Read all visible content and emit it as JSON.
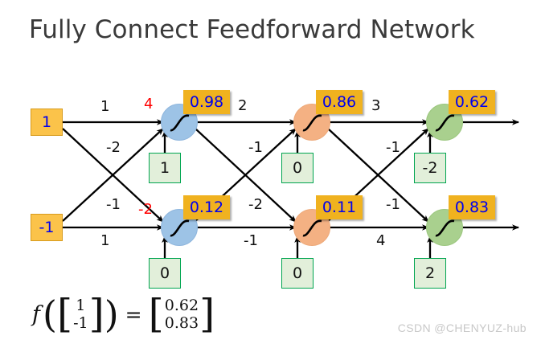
{
  "slide": {
    "title": "Fully Connect Feedforward Network",
    "watermark": "CSDN @CHENYUZ-hub"
  },
  "inputs": [
    {
      "name": "x1",
      "value": "1"
    },
    {
      "name": "x2",
      "value": "-1"
    }
  ],
  "layers": [
    {
      "name": "hidden-layer-1",
      "color": "#9dc3e6",
      "neurons": [
        {
          "id": "h11",
          "output": "0.98",
          "pre_activation": "4",
          "bias": "1"
        },
        {
          "id": "h12",
          "output": "0.12",
          "pre_activation": "-2",
          "bias": "0"
        }
      ]
    },
    {
      "name": "hidden-layer-2",
      "color": "#f4b183",
      "neurons": [
        {
          "id": "h21",
          "output": "0.86",
          "pre_activation": "",
          "bias": "0"
        },
        {
          "id": "h22",
          "output": "0.11",
          "pre_activation": "",
          "bias": "0"
        }
      ]
    },
    {
      "name": "output-layer",
      "color": "#a9d08e",
      "neurons": [
        {
          "id": "y1",
          "output": "0.62",
          "pre_activation": "",
          "bias": "-2"
        },
        {
          "id": "y2",
          "output": "0.83",
          "pre_activation": "",
          "bias": "2"
        }
      ]
    }
  ],
  "weights": {
    "input_to_hidden1": [
      {
        "from": "x1",
        "to": "h11",
        "label": "1"
      },
      {
        "from": "x1",
        "to": "h12",
        "label": "-2"
      },
      {
        "from": "x2",
        "to": "h11",
        "label": "-1"
      },
      {
        "from": "x2",
        "to": "h12",
        "label": "1"
      }
    ],
    "hidden1_to_hidden2": [
      {
        "from": "h11",
        "to": "h21",
        "label": "2"
      },
      {
        "from": "h11",
        "to": "h22",
        "label": "-1"
      },
      {
        "from": "h12",
        "to": "h21",
        "label": "-2"
      },
      {
        "from": "h12",
        "to": "h22",
        "label": "-1"
      }
    ],
    "hidden2_to_output": [
      {
        "from": "h21",
        "to": "y1",
        "label": "3"
      },
      {
        "from": "h21",
        "to": "y2",
        "label": "-1"
      },
      {
        "from": "h22",
        "to": "y1",
        "label": "-1"
      },
      {
        "from": "h22",
        "to": "y2",
        "label": "4"
      }
    ]
  },
  "formula": {
    "function_symbol": "f",
    "input_vector": [
      "1",
      "-1"
    ],
    "equals": "=",
    "output_vector": [
      "0.62",
      "0.83"
    ]
  },
  "colors": {
    "input_fill": "#fbc34a",
    "input_border": "#d79b1e",
    "value_fill": "#f0b21f",
    "value_text": "#0000ee",
    "bias_fill": "#e2efda",
    "bias_border": "#00a550",
    "neuron_blue": "#9dc3e6",
    "neuron_orange": "#f4b183",
    "neuron_green": "#a9d08e",
    "pre_activation_text": "#ff0000"
  }
}
